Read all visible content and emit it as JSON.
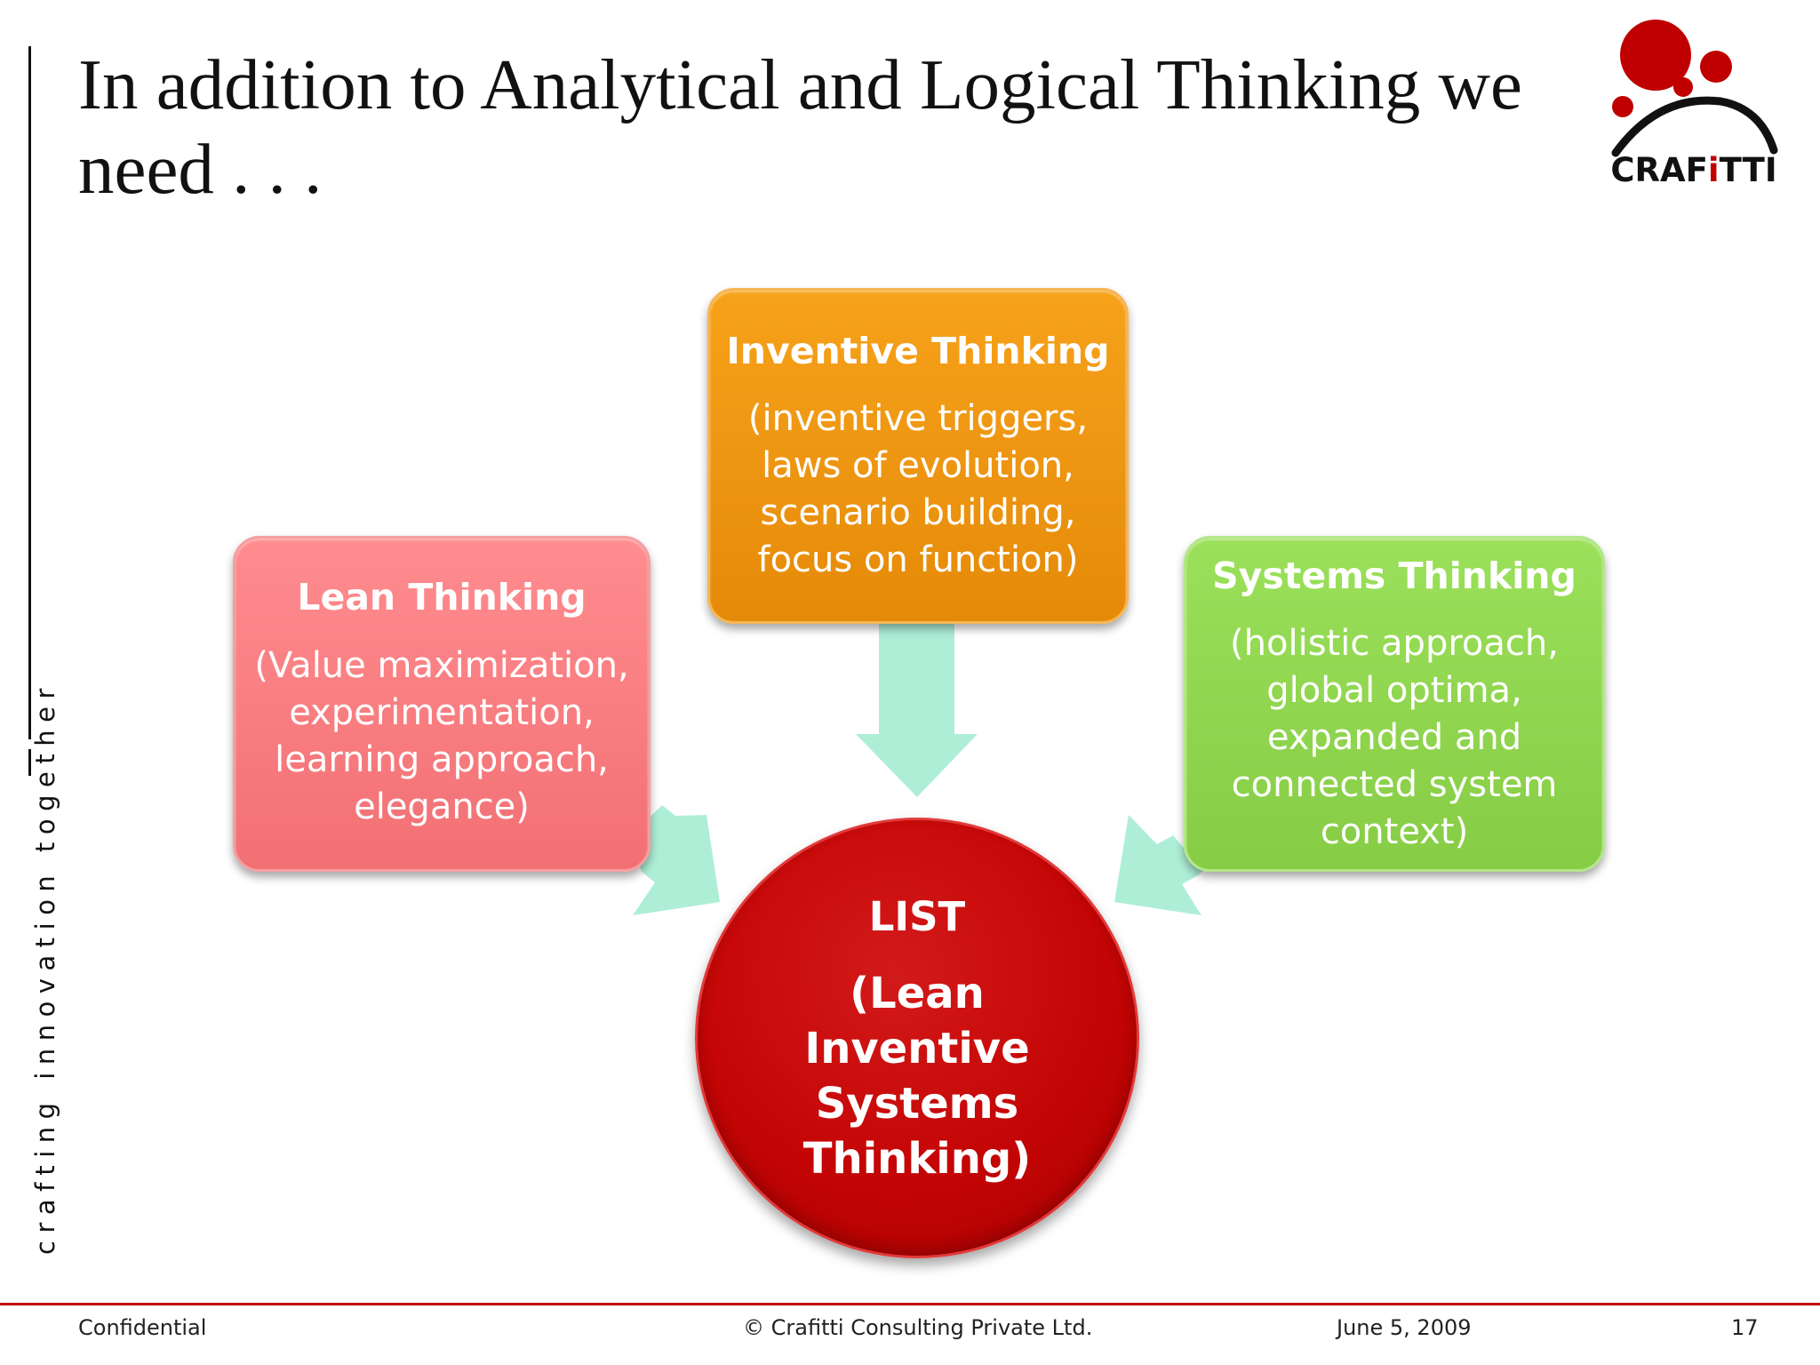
{
  "title": "In addition to Analytical and Logical Thinking we need . . .",
  "tagline": "crafting innovation together",
  "logo": {
    "text_before": "CRAF",
    "text_accent": "i",
    "text_after": "TTI",
    "accent_color": "#c00000"
  },
  "boxes": {
    "lean": {
      "title": "Lean Thinking",
      "description": "(Value maximization, experimentation, learning approach, elegance)",
      "color": "#f27a7e"
    },
    "inventive": {
      "title": "Inventive Thinking",
      "description": "(inventive triggers, laws of evolution, scenario building, focus on function)",
      "color": "#ee9711"
    },
    "systems": {
      "title": "Systems Thinking",
      "description": "(holistic approach, global optima, expanded and connected system context)",
      "color": "#8fd44f"
    }
  },
  "center": {
    "title": "LIST",
    "subtitle": "(Lean Inventive Systems Thinking)",
    "color": "#c40505"
  },
  "arrow_color": "#aeeed7",
  "footer": {
    "left": "Confidential",
    "center": "© Crafitti Consulting Private Ltd.",
    "date": "June 5, 2009",
    "page": "17"
  }
}
